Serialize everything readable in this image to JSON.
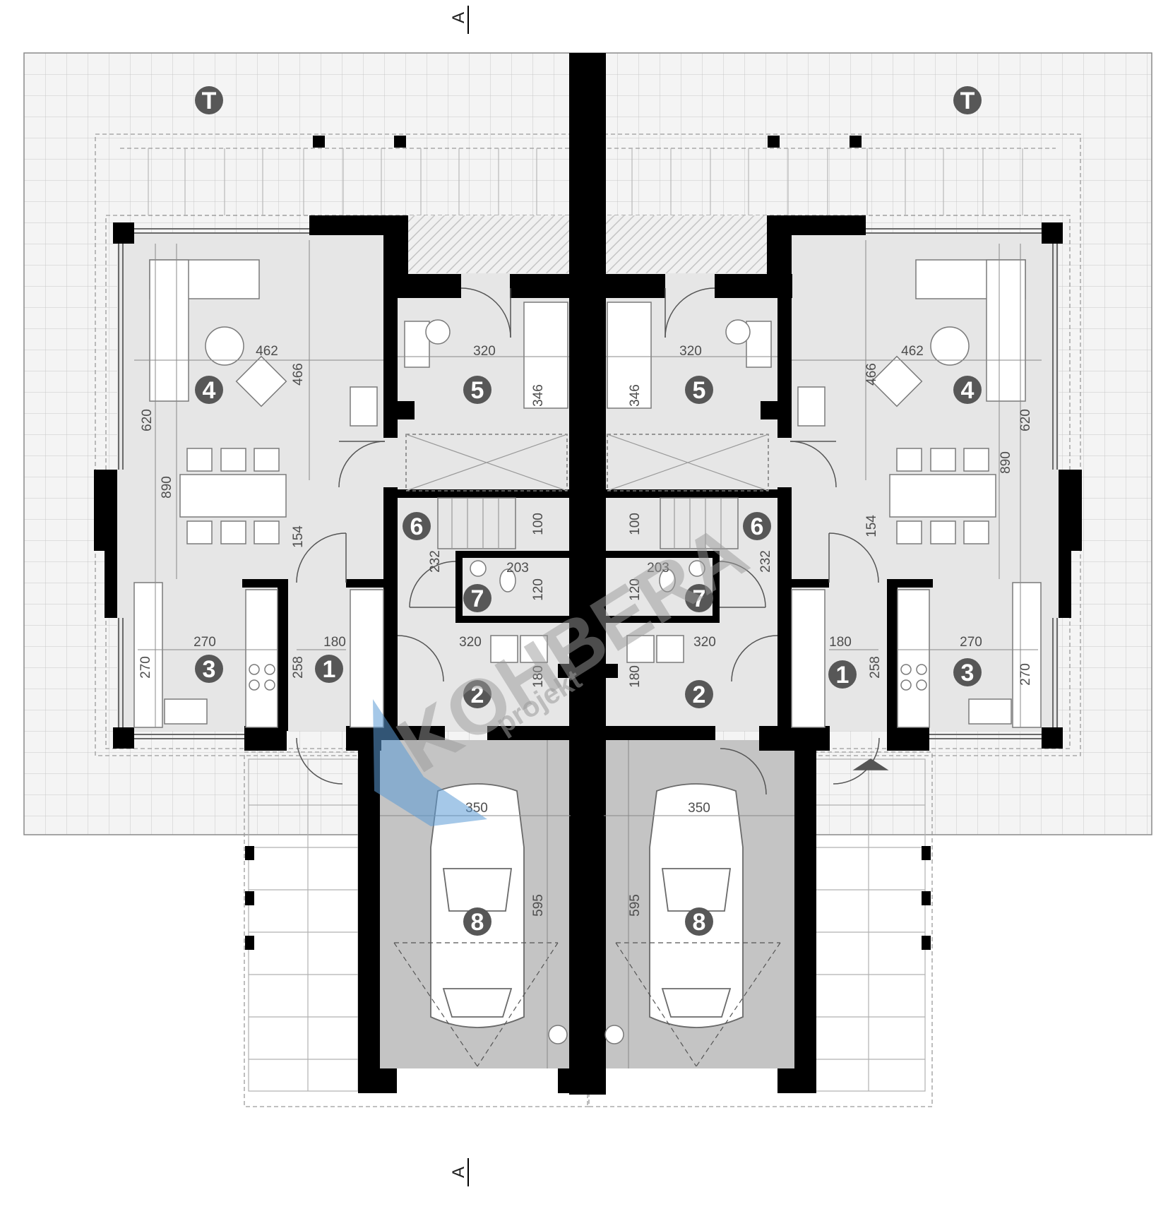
{
  "section_marks": {
    "top": "A",
    "bottom": "A"
  },
  "terrace_tags": [
    "T",
    "T"
  ],
  "room_numbers": {
    "left": [
      "1",
      "2",
      "3",
      "4",
      "5",
      "6",
      "7",
      "8"
    ],
    "right": [
      "1",
      "2",
      "3",
      "4",
      "5",
      "6",
      "7",
      "8"
    ]
  },
  "dimensions": {
    "left": {
      "living_width": "462",
      "living_depth": "466",
      "living_height": "620",
      "living_total": "890",
      "entry_height": "154",
      "kitchen_width": "270",
      "kitchen_depth": "270",
      "hall_width": "180",
      "hall_depth": "258",
      "bed_width": "320",
      "bed_depth": "346",
      "stair_width": "100",
      "bath_side": "232",
      "bath_width": "203",
      "bath_depth": "120",
      "hall2_width": "320",
      "hall2_depth": "180",
      "garage_width": "350",
      "garage_depth": "595"
    },
    "right": {
      "living_width": "462",
      "living_depth": "466",
      "living_height": "620",
      "living_total": "890",
      "entry_height": "154",
      "kitchen_width": "270",
      "kitchen_depth": "270",
      "hall_width": "180",
      "hall_depth": "258",
      "bed_width": "320",
      "bed_depth": "346",
      "stair_width": "100",
      "bath_side": "232",
      "bath_width": "203",
      "bath_depth": "120",
      "hall2_width": "320",
      "hall2_depth": "180",
      "garage_width": "350",
      "garage_depth": "595"
    }
  },
  "watermark": {
    "brand": "KOHBERA",
    "sub": "projekt"
  },
  "colors": {
    "wall": "#000000",
    "floor": "#e6e6e6",
    "garage": "#c4c4c4",
    "badge": "#575757",
    "grid": "#c8c8c8",
    "terrace": "#f4f4f4",
    "logo_blue": "#5b9bd5"
  }
}
